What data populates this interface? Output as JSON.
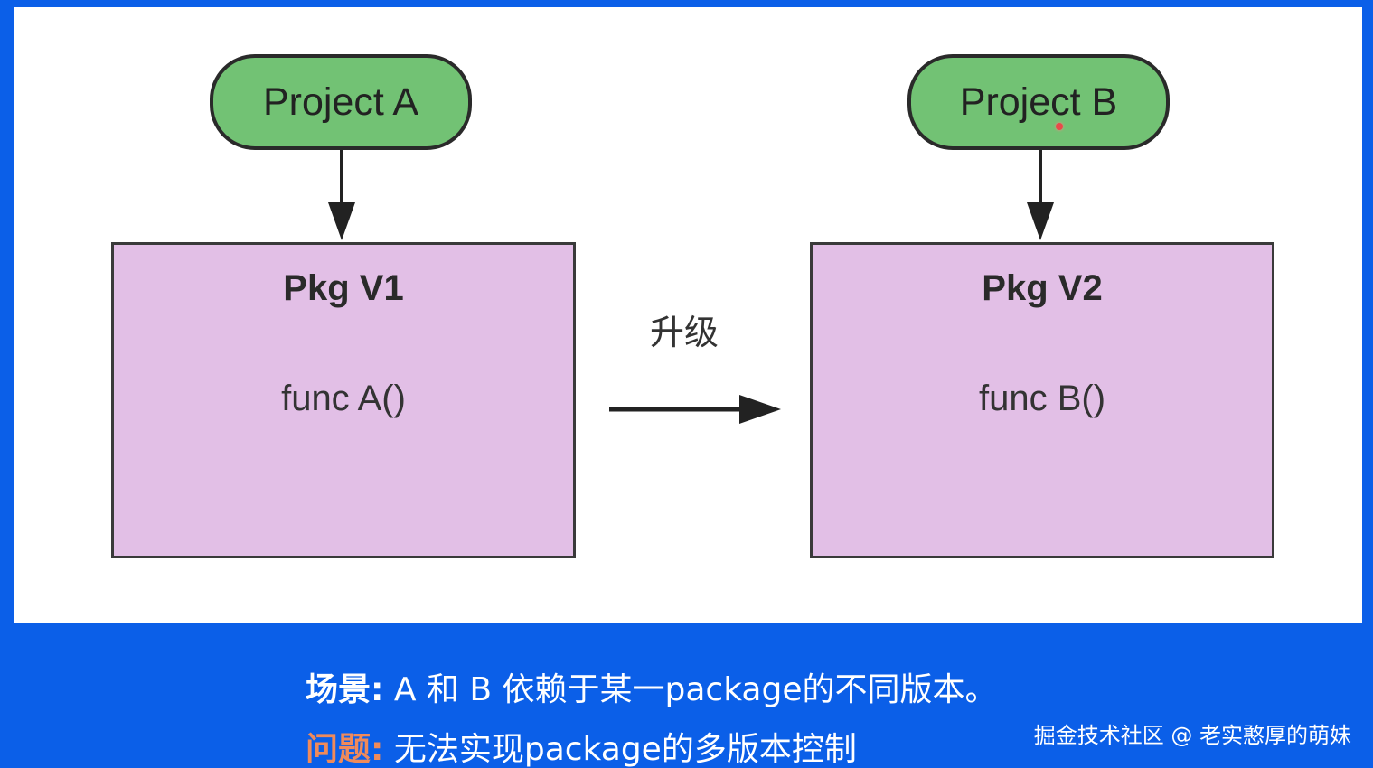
{
  "diagram": {
    "project_a": "Project A",
    "project_b": "Project B",
    "pkg_v1": {
      "title": "Pkg V1",
      "func": "func A()"
    },
    "pkg_v2": {
      "title": "Pkg V2",
      "func": "func B()"
    },
    "upgrade_label": "升级"
  },
  "captions": {
    "scene_key": "场景:",
    "scene_text": " A 和 B 依赖于某一package的不同版本。",
    "problem_key": "问题:",
    "problem_text": "  无法实现package的多版本控制"
  },
  "watermark": "掘金技术社区 @ 老实憨厚的萌妹",
  "colors": {
    "background": "#0b5fe8",
    "project_fill": "#72c274",
    "package_fill": "#e2bfe6",
    "problem_key": "#f08a5a"
  }
}
